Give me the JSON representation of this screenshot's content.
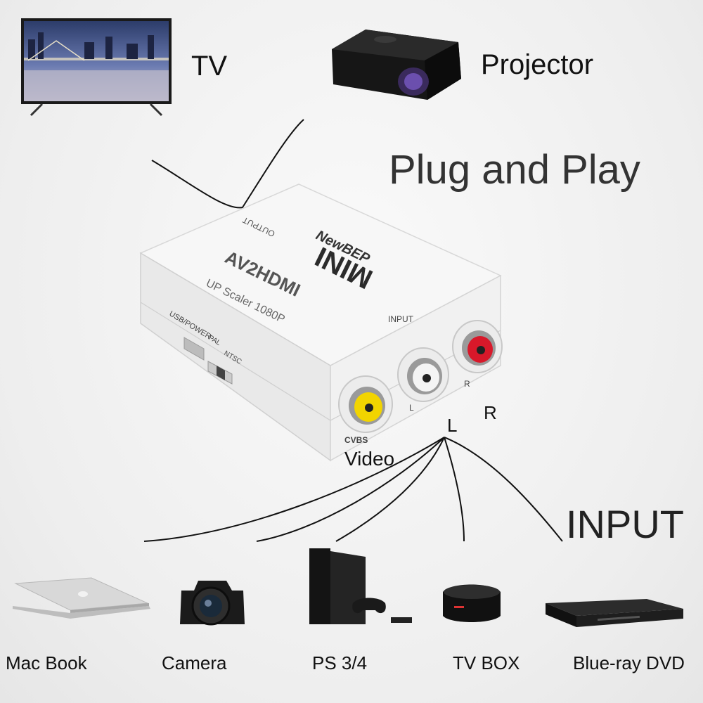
{
  "outputs": {
    "tv": "TV",
    "projector": "Projector"
  },
  "headline": "Plug and Play",
  "section_input": "INPUT",
  "ports": {
    "video": "Video",
    "left": "L",
    "right": "R"
  },
  "device": {
    "brand": "NewBEP",
    "model": "MINI",
    "name": "AV2HDMI",
    "sub": "UP Scaler 1080P",
    "output_text": "OUTPUT",
    "input_text": "INPUT",
    "usb_text": "USB/POWER",
    "pal_text": "PAL",
    "ntsc_text": "NTSC",
    "cvbs_text": "CVBS",
    "l_text": "L",
    "r_text": "R"
  },
  "input_devices": [
    {
      "label": "Mac Book"
    },
    {
      "label": "Camera"
    },
    {
      "label": "PS 3/4"
    },
    {
      "label": "TV BOX"
    },
    {
      "label": "Blue-ray DVD"
    }
  ],
  "colors": {
    "video_jack": "#f2d400",
    "left_jack": "#f4f4f4",
    "right_jack": "#d8182a"
  }
}
